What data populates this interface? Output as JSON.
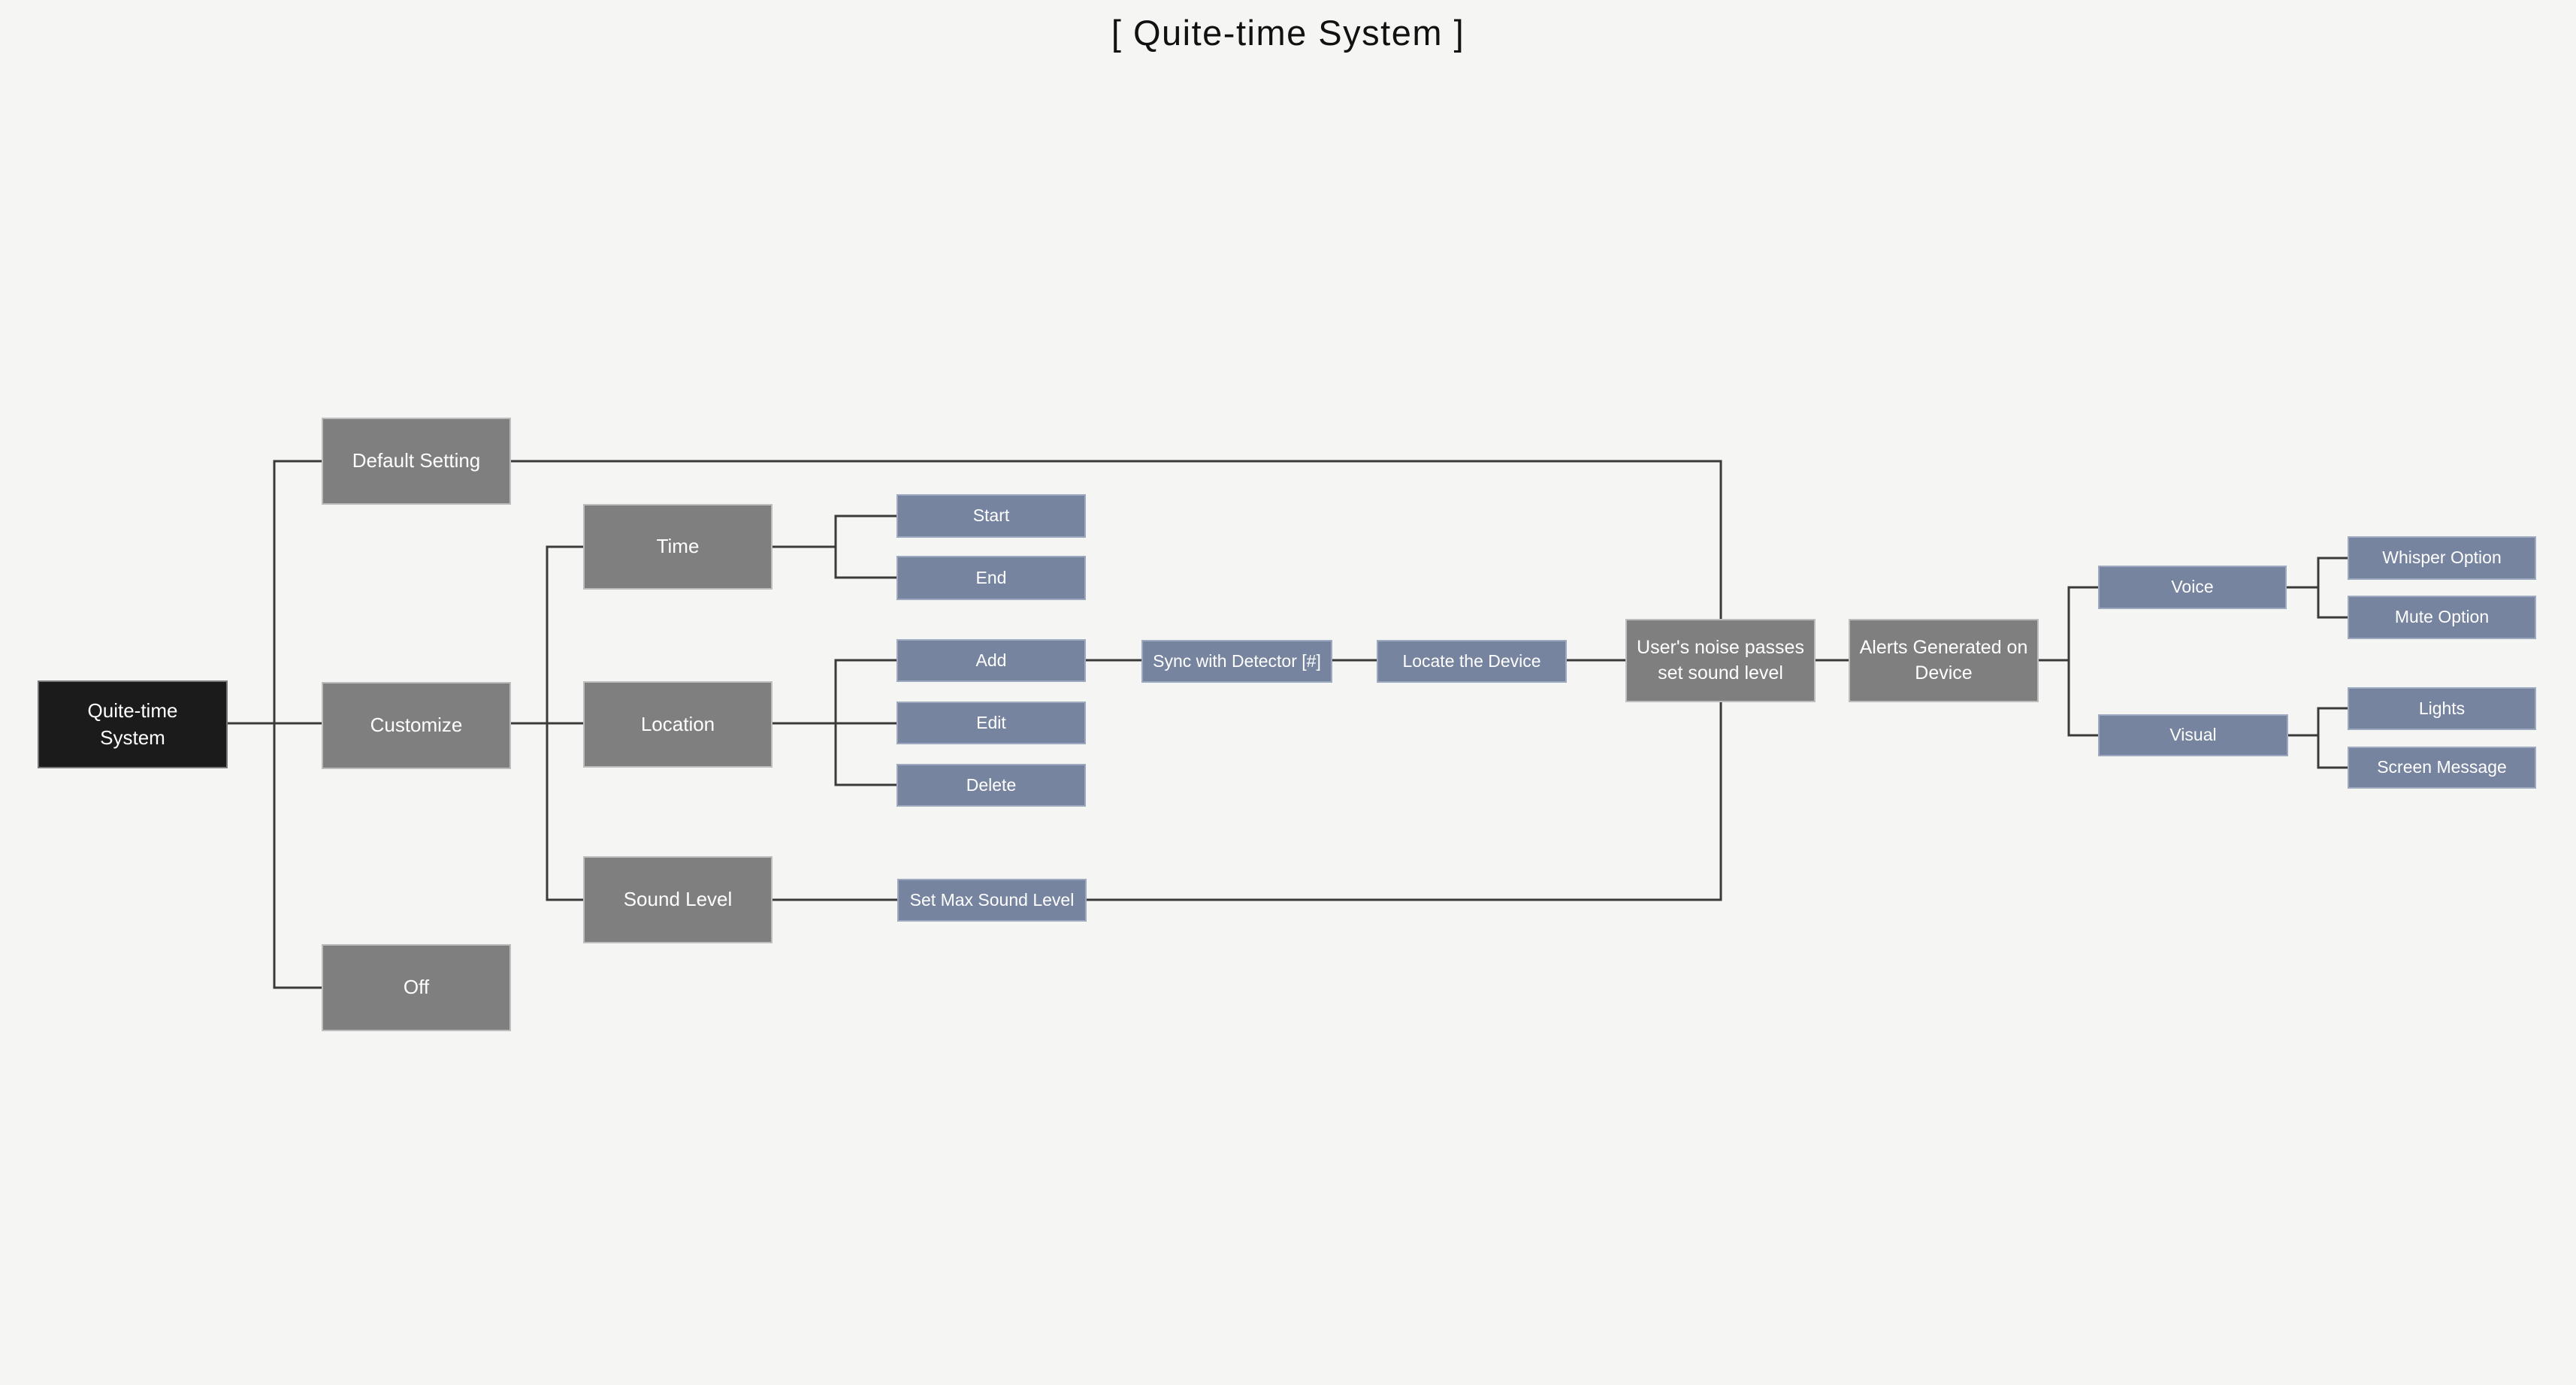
{
  "title": "[ Quite-time System ]",
  "colors": {
    "background": "#f5f5f4",
    "root": "#1b1b1b",
    "branch": "#7f7f7f",
    "leaf": "#76849F",
    "line": "#3a3a3a",
    "text": "#ffffff",
    "title": "#111111"
  },
  "nodes": {
    "root": {
      "label": "Quite-time System"
    },
    "default_setting": {
      "label": "Default Setting"
    },
    "customize": {
      "label": "Customize"
    },
    "off": {
      "label": "Off"
    },
    "time": {
      "label": "Time"
    },
    "location": {
      "label": "Location"
    },
    "sound_level": {
      "label": "Sound Level"
    },
    "start": {
      "label": "Start"
    },
    "end": {
      "label": "End"
    },
    "add": {
      "label": "Add"
    },
    "edit": {
      "label": "Edit"
    },
    "delete": {
      "label": "Delete"
    },
    "set_max_sound_level": {
      "label": "Set Max Sound Level"
    },
    "sync_with_detector": {
      "label": "Sync with Detector [#]"
    },
    "locate_the_device": {
      "label": "Locate the Device"
    },
    "users_noise": {
      "label": "User's noise passes set sound level"
    },
    "alerts_generated": {
      "label": "Alerts Generated on Device"
    },
    "voice": {
      "label": "Voice"
    },
    "visual": {
      "label": "Visual"
    },
    "whisper_option": {
      "label": "Whisper Option"
    },
    "mute_option": {
      "label": "Mute Option"
    },
    "lights": {
      "label": "Lights"
    },
    "screen_message": {
      "label": "Screen Message"
    }
  }
}
